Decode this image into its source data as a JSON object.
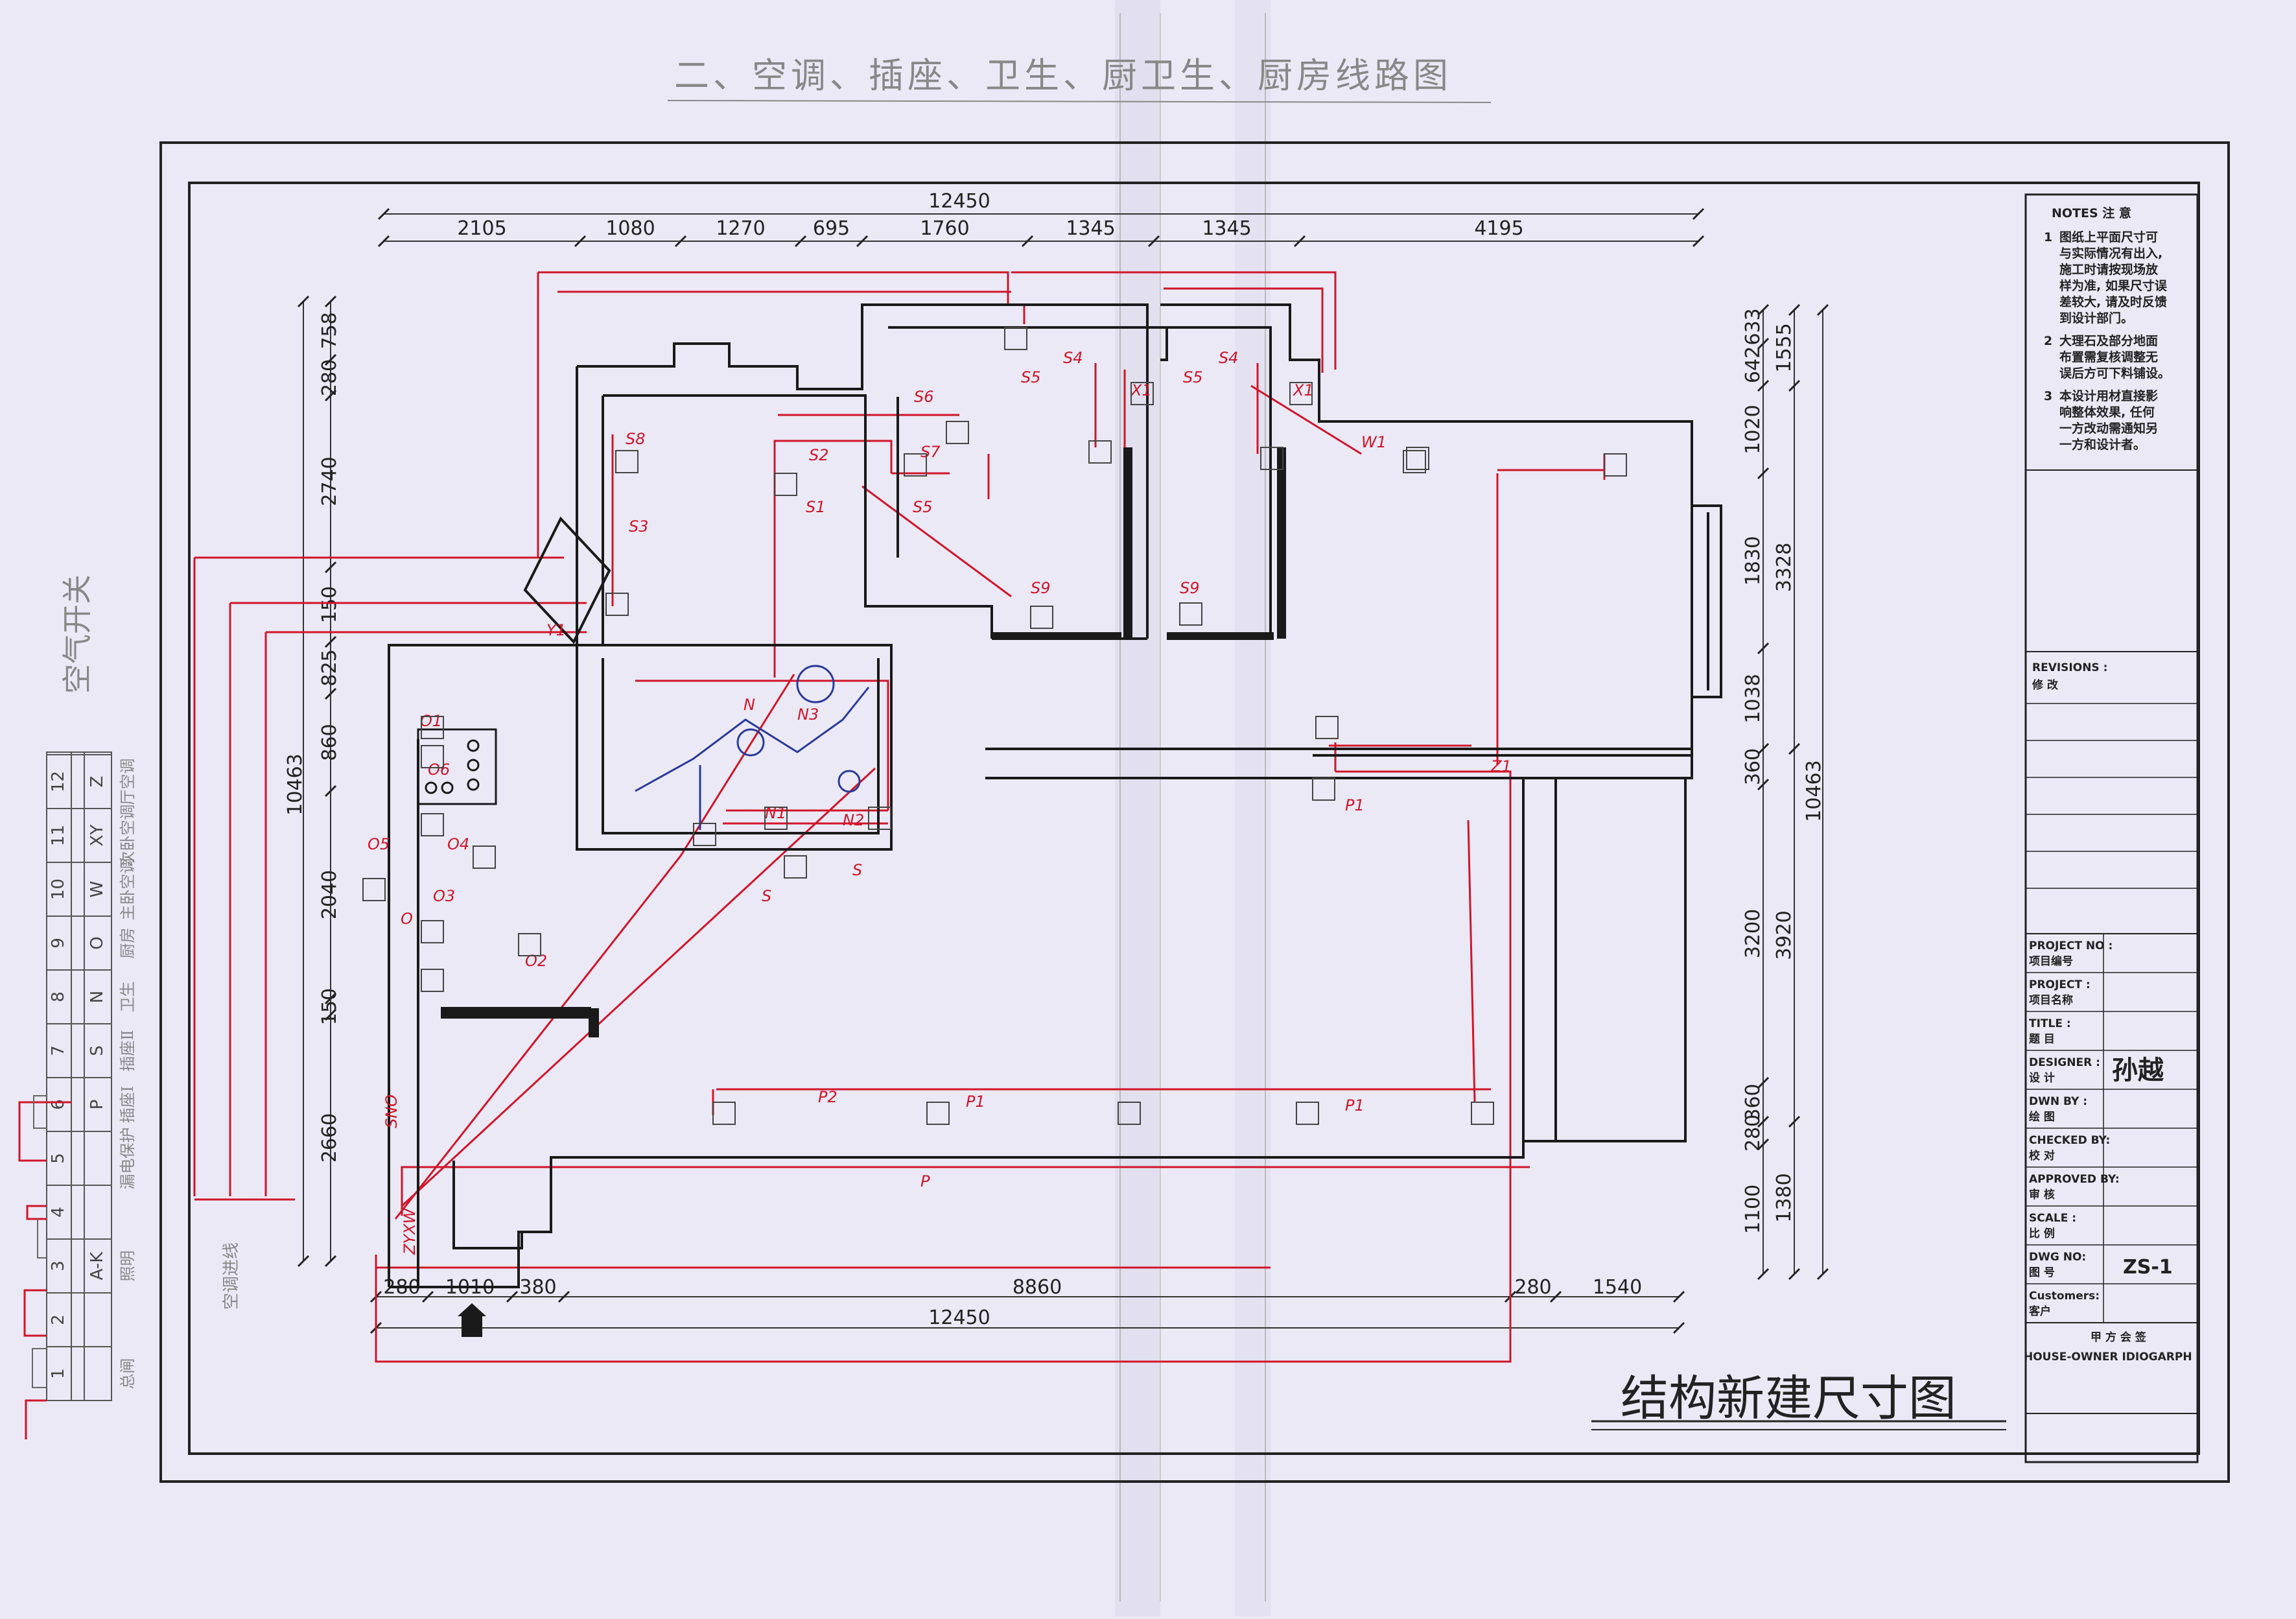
{
  "title": {
    "text": "二、空调、插座、卫生、厨卫生、厨房线路图"
  },
  "drawing_title": "结构新建尺寸图",
  "notes": {
    "heading": "NOTES 注 意",
    "items": [
      [
        "1",
        "图纸上平面尺寸可",
        "与实际情况有出入,",
        "施工时请按现场放",
        "样为准, 如果尺寸误",
        "差较大, 请及时反馈",
        "到设计部门。"
      ],
      [
        "2",
        "大理石及部分地面",
        "布置需复核调整无",
        "误后方可下料铺设。"
      ],
      [
        "3",
        "本设计用材直接影",
        "响整体效果, 任何",
        "一方改动需通知另",
        "一方和设计者。"
      ]
    ]
  },
  "title_block": {
    "revisions": [
      "REVISIONS :",
      "修 改"
    ],
    "rows": [
      {
        "en": "PROJECT NO :",
        "cn": "项目编号",
        "value": ""
      },
      {
        "en": "PROJECT :",
        "cn": "项目名称",
        "value": ""
      },
      {
        "en": "TITLE :",
        "cn": "题 目",
        "value": ""
      },
      {
        "en": "DESIGNER :",
        "cn": "设  计",
        "value": "孙越"
      },
      {
        "en": "DWN BY :",
        "cn": "绘  图",
        "value": ""
      },
      {
        "en": "CHECKED BY:",
        "cn": "校  对",
        "value": ""
      },
      {
        "en": "APPROVED BY:",
        "cn": "审  核",
        "value": ""
      },
      {
        "en": "SCALE :",
        "cn": "比  例",
        "value": ""
      },
      {
        "en": "DWG NO:",
        "cn": "图 号",
        "value": "ZS-1"
      },
      {
        "en": "Customers:",
        "cn": "客户",
        "value": ""
      }
    ],
    "owner_cn": "甲 方 会 签",
    "owner_en": "HOUSE-OWNER IDIOGARPH"
  },
  "dimensions": {
    "top_total": "12450",
    "top_segments": [
      "2105",
      "1080",
      "1270",
      "695",
      "1760",
      "1345",
      "1345",
      "4195"
    ],
    "bottom_total": "12450",
    "bottom_segments": [
      "280",
      "1010",
      "380",
      "8860",
      "280",
      "1540"
    ],
    "left_total": "10463",
    "left_segments": [
      "758",
      "280",
      "2740",
      "150",
      "825",
      "860",
      "2040",
      "150",
      "2660"
    ],
    "right_total": "10463",
    "right_inner": [
      "633",
      "642",
      "1020",
      "1830",
      "1038",
      "360",
      "3200",
      "360",
      "280",
      "1100"
    ],
    "right_outer": [
      "1555",
      "3328",
      "3920",
      "1380"
    ]
  },
  "circuit_labels": [
    "S4",
    "S5",
    "S4",
    "S5",
    "S6",
    "S7",
    "S8",
    "S2",
    "S1",
    "S5",
    "S3",
    "S9",
    "S9",
    "X1",
    "X1",
    "W1",
    "Y1",
    "O1",
    "O6",
    "O4",
    "O5",
    "O3",
    "O",
    "O2",
    "P1",
    "P2",
    "P1",
    "P1",
    "P",
    "Z1",
    "S",
    "S",
    "N1",
    "N2",
    "N3",
    "N"
  ],
  "breaker_panel": {
    "heading": "空气开关",
    "numbers": [
      "1",
      "2",
      "3",
      "4",
      "5",
      "6",
      "7",
      "8",
      "9",
      "10",
      "11",
      "12"
    ],
    "letters": [
      "",
      "",
      "A-K",
      "",
      "",
      "P",
      "S",
      "N",
      "O",
      "W",
      "XY",
      "Z"
    ],
    "names": [
      "总闸",
      "",
      "照明",
      "",
      "漏电保护",
      "插座Ⅰ",
      "插座Ⅱ",
      "卫生",
      "厨房",
      "主卧空调",
      "次卧空调",
      "厅空调"
    ],
    "side_label": "空调进线"
  },
  "bottom_labels": [
    "ZYXW",
    "SNO"
  ],
  "colors": {
    "paper": "#ebe9f6",
    "ink": "#1a1a1a",
    "red": "#d0152a",
    "blue": "#2a3a9a"
  }
}
